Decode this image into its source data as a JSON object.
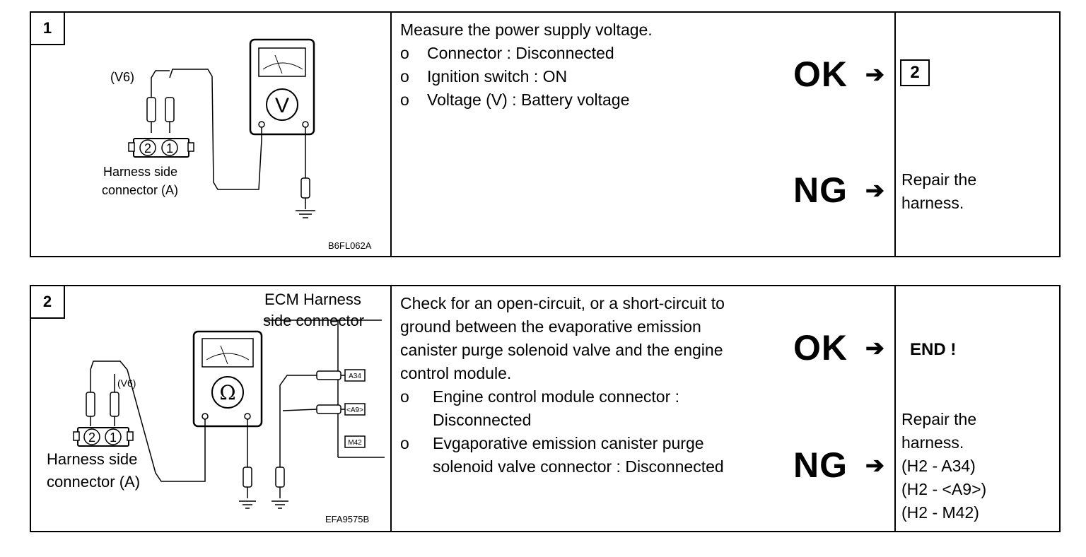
{
  "step1": {
    "number": "1",
    "diagram": {
      "v6_label": "(V6)",
      "pin2": "2",
      "pin1": "1",
      "connector_label_line1": "Harness side",
      "connector_label_line2": "connector (A)",
      "meter_symbol": "V",
      "figure_code": "B6FL062A"
    },
    "instruction": "Measure the power supply voltage.",
    "bullets": [
      {
        "marker": "o",
        "text": "Connector : Disconnected"
      },
      {
        "marker": "o",
        "text": "Ignition switch : ON"
      },
      {
        "marker": "o",
        "text": "Voltage (V) : Battery voltage"
      }
    ],
    "ok_label": "OK",
    "ng_label": "NG",
    "arrow": "➔",
    "ok_result": "2",
    "ng_result_lines": [
      "Repair the",
      "harness."
    ]
  },
  "step2": {
    "number": "2",
    "diagram": {
      "ecm_label_line1": "ECM Harness",
      "ecm_label_line2": "side connector",
      "v6_label": "(V6)",
      "pin2": "2",
      "pin1": "1",
      "connector_label_line1": "Harness side",
      "connector_label_line2": "connector (A)",
      "meter_symbol": "Ω",
      "terminals": [
        "A34",
        "<A9>",
        "M42"
      ],
      "figure_code": "EFA9575B"
    },
    "instruction_lines": [
      "Check for an open-circuit, or a short-circuit to",
      "ground between the evaporative emission",
      "canister purge solenoid valve and the engine",
      "control module."
    ],
    "bullets": [
      {
        "marker": "o",
        "lines": [
          "Engine control module connector :",
          "Disconnected"
        ]
      },
      {
        "marker": "o",
        "lines": [
          "Evgaporative emission canister purge",
          "solenoid valve connector : Disconnected"
        ]
      }
    ],
    "ok_label": "OK",
    "ng_label": "NG",
    "arrow": "➔",
    "ok_result": "END !",
    "ng_result_lines": [
      "Repair the",
      "harness.",
      "(H2 - A34)",
      "(H2 - <A9>)",
      "(H2 - M42)"
    ]
  }
}
